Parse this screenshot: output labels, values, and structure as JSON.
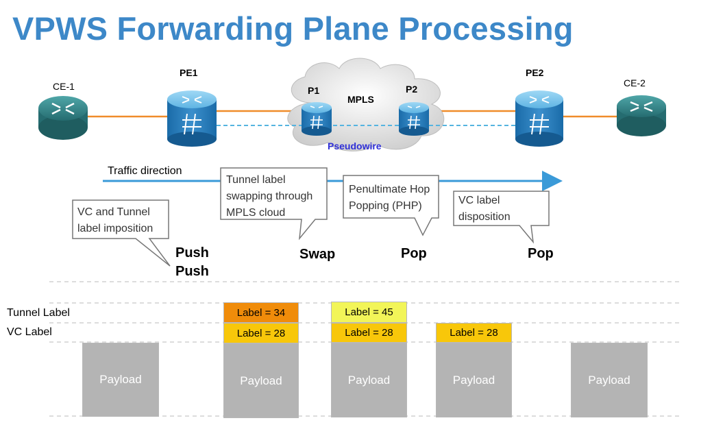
{
  "title": "VPWS Forwarding Plane Processing",
  "nodes": {
    "ce1": "CE-1",
    "pe1": "PE1",
    "p1": "P1",
    "mpls": "MPLS",
    "p2": "P2",
    "pe2": "PE2",
    "ce2": "CE-2",
    "pseudowire": "Pseudowire"
  },
  "traffic_direction": "Traffic direction",
  "callouts": {
    "imposition": [
      "VC and Tunnel",
      "label imposition"
    ],
    "swapping": [
      "Tunnel label",
      "swapping through",
      "MPLS cloud"
    ],
    "php": [
      "Penultimate Hop",
      "Popping (PHP)"
    ],
    "disposition": [
      "VC label",
      "disposition"
    ]
  },
  "operations": {
    "push1": "Push",
    "push2": "Push",
    "swap": "Swap",
    "pop1": "Pop",
    "pop2": "Pop"
  },
  "rows": {
    "tunnel": "Tunnel Label",
    "vc": "VC Label"
  },
  "stacks": [
    {
      "tunnel": null,
      "vc": null,
      "payload": "Payload"
    },
    {
      "tunnel": "Label  = 34",
      "vc": "Label = 28",
      "payload": "Payload"
    },
    {
      "tunnel": "Label = 45",
      "vc": "Label = 28",
      "payload": "Payload"
    },
    {
      "tunnel": null,
      "vc": "Label = 28",
      "payload": "Payload"
    },
    {
      "tunnel": null,
      "vc": null,
      "payload": "Payload"
    }
  ],
  "colors": {
    "title": "#3d88c8",
    "tunnel_label_34": "#f08c0a",
    "tunnel_label_45": "#f2f558",
    "vc_label": "#f8c70a",
    "payload": "#b4b4b4",
    "link": "#f08c2a",
    "pseudowire": "#55b4e0",
    "arrow": "#3a9ad8"
  }
}
